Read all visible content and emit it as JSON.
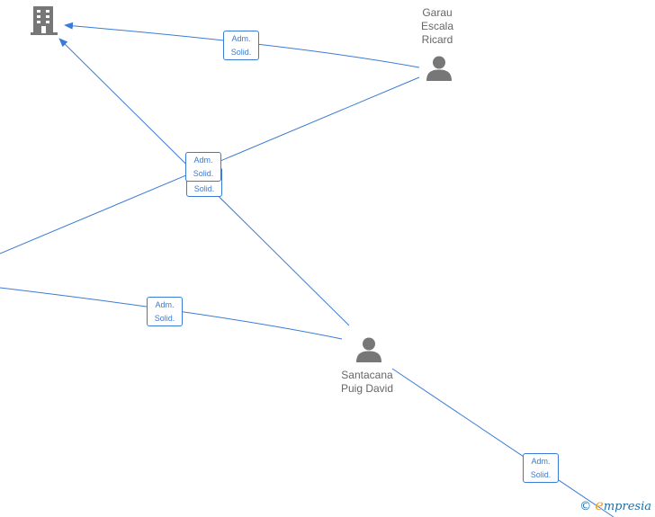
{
  "nodes": {
    "company": {
      "icon": "building-icon"
    },
    "person_1": {
      "name": "Garau\nEscala\nRicard",
      "icon": "person-icon"
    },
    "person_2": {
      "name": "Santacana\nPuig David",
      "icon": "person-icon"
    }
  },
  "roles": [
    {
      "label": "Adm.\nSolid."
    },
    {
      "label": "Adm.\nSolid."
    },
    {
      "label": "Solid."
    },
    {
      "label": "Adm.\nSolid."
    },
    {
      "label": "Adm.\nSolid."
    }
  ],
  "colors": {
    "edge": "#3a7bd5",
    "icon": "#777777",
    "brand_orange": "#f0a020",
    "brand_blue": "#1a6fa8"
  },
  "brand": {
    "symbol": "©",
    "initial": "e",
    "rest": "mpresia"
  }
}
